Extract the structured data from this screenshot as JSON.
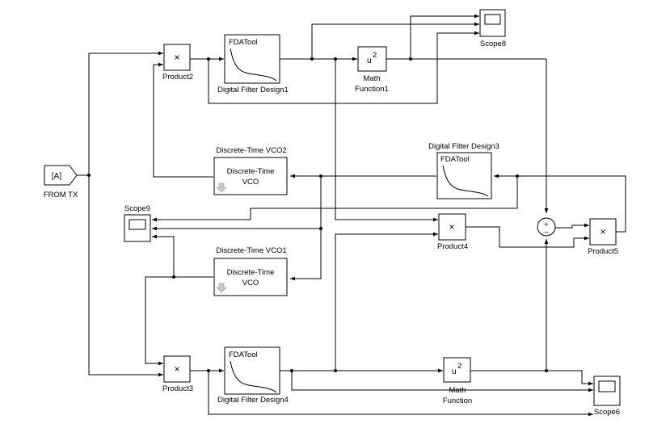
{
  "blocks": {
    "from_tx": {
      "tag": "[A]",
      "label": "FROM TX"
    },
    "product2": {
      "symbol": "×",
      "label": "Product2"
    },
    "product3": {
      "symbol": "×",
      "label": "Product3"
    },
    "product4": {
      "symbol": "×",
      "label": "Product4"
    },
    "product5": {
      "symbol": "×",
      "label": "Product5"
    },
    "dfd1": {
      "tool": "FDATool",
      "label": "Digital Filter Design1"
    },
    "dfd3": {
      "tool": "FDATool",
      "label": "Digital Filter Design3"
    },
    "dfd4": {
      "tool": "FDATool",
      "label": "Digital Filter Design4"
    },
    "math1": {
      "base": "u",
      "exp": "2",
      "label_line1": "Math",
      "label_line2": "Function1"
    },
    "math": {
      "base": "u",
      "exp": "2",
      "label_line1": "Math",
      "label_line2": "Function"
    },
    "vco2": {
      "title": "Discrete-Time VCO2",
      "line1": "Discrete-Time",
      "line2": "VCO"
    },
    "vco1": {
      "title": "Discrete-Time VCO1",
      "line1": "Discrete-Time",
      "line2": "VCO"
    },
    "scope8": {
      "label": "Scope8"
    },
    "scope9": {
      "label": "Scope9"
    },
    "scope6": {
      "label": "Scope6"
    },
    "sum": {
      "plus": "+",
      "minus": "−"
    }
  }
}
